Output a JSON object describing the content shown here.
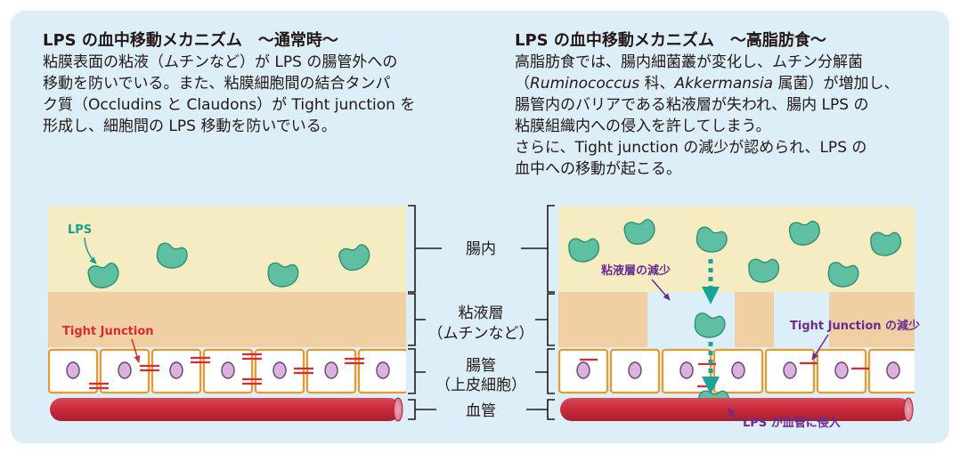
{
  "left_text": {
    "title": "LPS の血中移動メカニズム　～通常時～",
    "lines": [
      "粘膜表面の粘液（ムチンなど）が LPS の腸管外への",
      "移動を防いでいる。また、粘膜細胞間の結合タンパ",
      "ク質（Occludins と Claudons）が Tight junction を",
      "形成し、細胞間の LPS 移動を防いでいる。"
    ]
  },
  "right_text": {
    "title": "LPS の血中移動メカニズム　～高脂肪食～",
    "line1": "高脂肪食では、腸内細菌叢が変化し、ムチン分解菌",
    "line2": {
      "pre": "（",
      "italic_a": "Ruminococcus",
      "mid": " 科、",
      "italic_b": "Akkermansia",
      "post": " 属菌）が増加し、"
    },
    "lines_rest": [
      "腸管内のバリアである粘液層が失われ、腸内 LPS の",
      "粘膜組織内への侵入を許してしまう。",
      "さらに、Tight junction の減少が認められ、LPS の",
      "血中への移動が起こる。"
    ]
  },
  "center_labels": {
    "lumen": "腸内",
    "mucus_1": "粘液層",
    "mucus_2": "（ムチンなど）",
    "epithelium_1": "腸管",
    "epithelium_2": "（上皮細胞）",
    "blood_vessel": "血管"
  },
  "left_annotations": {
    "lps": "LPS",
    "tight_junction": "Tight Junction"
  },
  "right_annotations": {
    "mucus_decrease": "粘液層の減少",
    "tj_decrease": "Tight Junction の減少",
    "lps_invasion": "LPS が血管に侵入"
  },
  "colors": {
    "panel_bg": "#dceef8",
    "lumen": "#f5ecc2",
    "mucus": "#f0cfa3",
    "cell_border": "#e89a2b",
    "nucleus_fill": "#d9b3d9",
    "nucleus_stroke": "#6a3e7a",
    "tight_junction": "#d62b32",
    "blood_vessel": "#c92a3a",
    "lps_fill": "#5fbfa3",
    "lps_stroke": "#2f8f75",
    "arrow_teal": "#1aa39a",
    "annot_red": "#d62b32",
    "annot_purple": "#6a2c91",
    "annot_teal": "#1a9e8a"
  }
}
